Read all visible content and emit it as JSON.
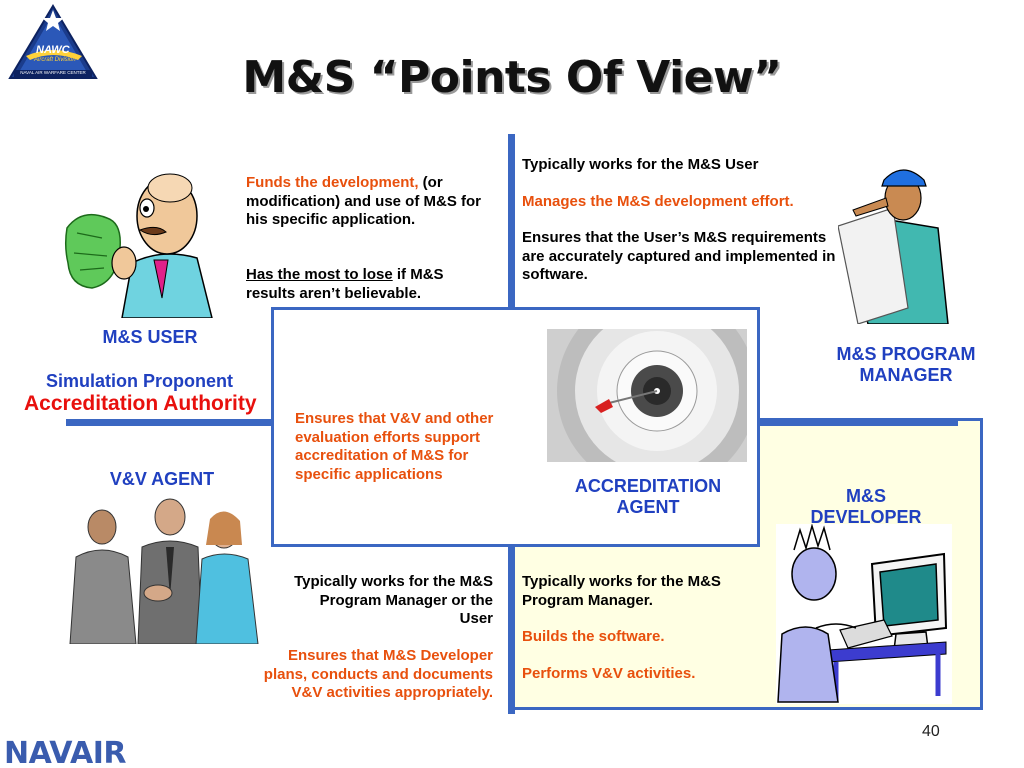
{
  "header": {
    "title": "M&S “Points Of View”",
    "logo_text": "NAWC",
    "logo_subtext": "Aircraft Division",
    "logo_caption": "NAVAL AIR WARFARE CENTER"
  },
  "user": {
    "role": "M&S USER",
    "funds_red": "Funds the development,",
    "funds_rest": " (or modification) and use of M&S for his specific application.",
    "risk_underlined": "Has the most to lose",
    "risk_rest": " if M&S results aren’t believable."
  },
  "proponent": {
    "line1": "Simulation Proponent",
    "line2": "Accreditation Authority"
  },
  "program_manager": {
    "role_line1": "M&S PROGRAM",
    "role_line2": "MANAGER",
    "text1": "Typically works for the M&S User",
    "text2": "Manages the M&S development effort.",
    "text3": "Ensures that the User’s M&S requirements are accurately captured and implemented in software."
  },
  "accreditation_agent": {
    "role_line1": "ACCREDITATION",
    "role_line2": "AGENT",
    "text": "Ensures that V&V and other evaluation efforts support accreditation of M&S for specific applications"
  },
  "vv_agent": {
    "role": "V&V AGENT",
    "text1": "Typically works for the M&S Program Manager or the User",
    "text2": "Ensures that M&S Developer plans, conducts and documents V&V activities appropriately."
  },
  "developer": {
    "role_line1": "M&S",
    "role_line2": "DEVELOPER",
    "text1": "Typically works for the M&S Program Manager.",
    "text2": "Builds the software.",
    "text3": "Performs V&V activities."
  },
  "footer": {
    "org": "NAVAIR",
    "page": "40"
  },
  "colors": {
    "accent_blue": "#3b67c2",
    "role_blue": "#2040c0",
    "highlight_red": "#e8500d",
    "developer_panel": "#ffffe3"
  }
}
